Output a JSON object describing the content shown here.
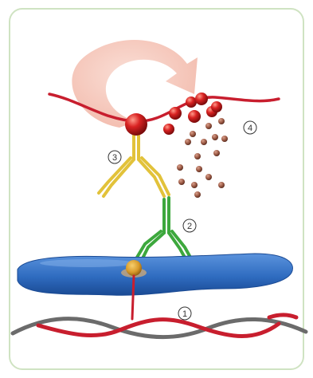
{
  "labels": {
    "dna": "1",
    "primary_antibody": "2",
    "secondary_antibody": "3",
    "signal": "4"
  },
  "colors": {
    "frame_border": "#cfe3c2",
    "cell_blue": "#2f6cc0",
    "antigen_orange": "#d89a2a",
    "primary_antibody_green": "#3da83d",
    "secondary_antibody_yellow": "#e2c23a",
    "enzyme_red": "#cc1d1d",
    "product_brown": "#9c5a45",
    "dna_grey": "#6b6b6b",
    "dna_red": "#c81e2e",
    "arrow_pink": "#f4c0b2"
  }
}
